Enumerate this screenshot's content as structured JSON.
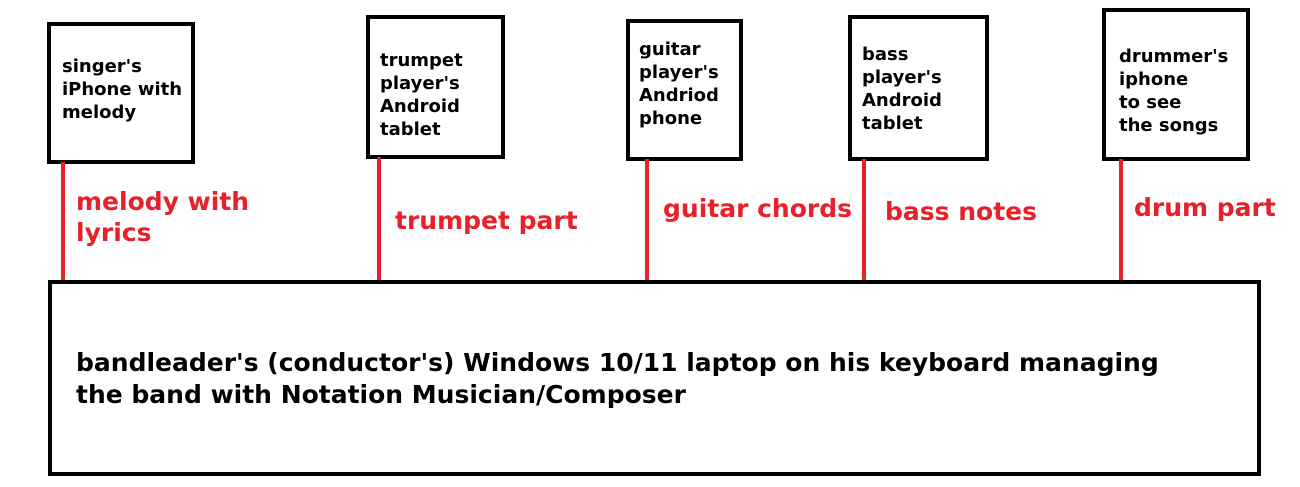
{
  "devices": [
    {
      "label": "singer's\niPhone with\nmelody",
      "connection": "melody with\nlyrics"
    },
    {
      "label": "trumpet\nplayer's\nAndroid\ntablet",
      "connection": "trumpet part"
    },
    {
      "label": "guitar\nplayer's\nAndriod\nphone",
      "connection": "guitar chords"
    },
    {
      "label": "bass\nplayer's\nAndroid\ntablet",
      "connection": "bass notes"
    },
    {
      "label": "drummer's\niphone\nto see\nthe songs",
      "connection": "drum part"
    }
  ],
  "main": {
    "label": "bandleader's (conductor's) Windows 10/11 laptop on his keyboard managing\nthe band with Notation Musician/Composer"
  },
  "colors": {
    "line": "#e8202a",
    "border": "#000000"
  }
}
